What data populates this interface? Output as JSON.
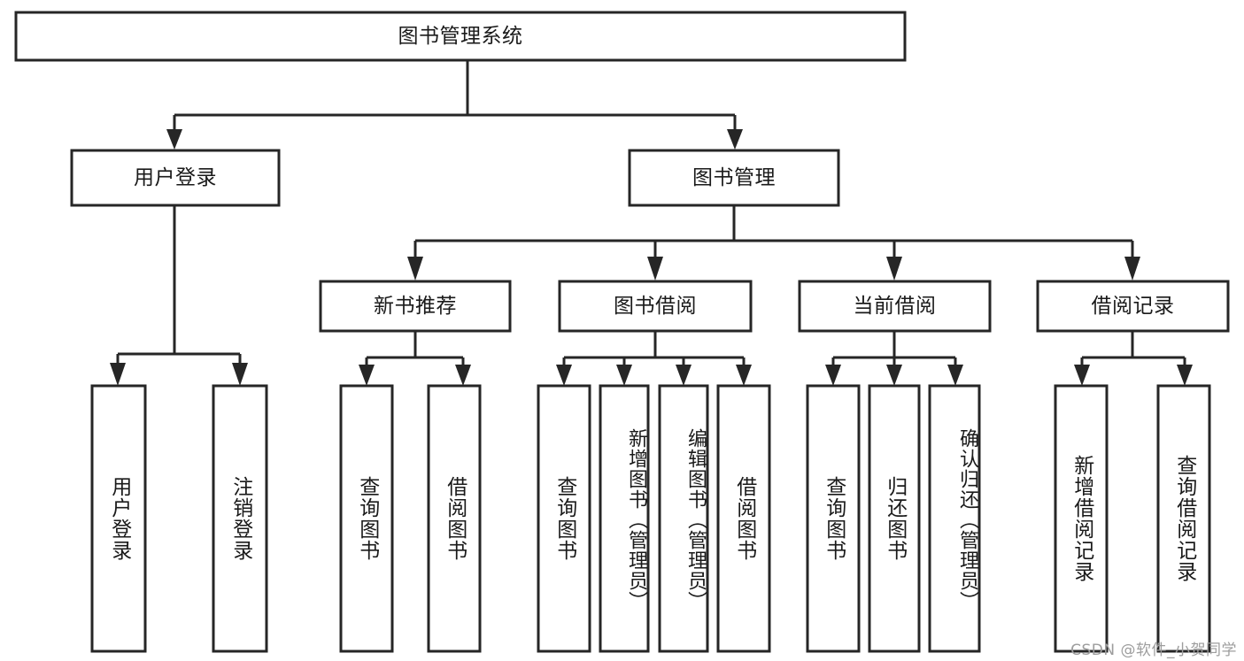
{
  "diagram": {
    "title": "图书管理系统",
    "type": "tree-hierarchy-diagram",
    "colors": {
      "stroke": "#262626",
      "fill": "#ffffff",
      "text": "#1a1a1a",
      "watermark": "#9d9d9d",
      "background": "#ffffff"
    },
    "levels": {
      "root": {
        "label": "图书管理系统"
      },
      "level2": [
        {
          "label": "用户登录"
        },
        {
          "label": "图书管理"
        }
      ],
      "level3": [
        {
          "label": "新书推荐"
        },
        {
          "label": "图书借阅"
        },
        {
          "label": "当前借阅"
        },
        {
          "label": "借阅记录"
        }
      ],
      "leaves": {
        "user_login": [
          {
            "label": "用户登录"
          },
          {
            "label": "注销登录"
          }
        ],
        "new_book_recommend": [
          {
            "label": "查询图书"
          },
          {
            "label": "借阅图书"
          }
        ],
        "book_borrow": [
          {
            "label": "查询图书"
          },
          {
            "label": "新增图书（管理员）"
          },
          {
            "label": "编辑图书（管理员）"
          },
          {
            "label": "借阅图书"
          }
        ],
        "current_borrow": [
          {
            "label": "查询图书"
          },
          {
            "label": "归还图书"
          },
          {
            "label": "确认归还（管理员）"
          }
        ],
        "borrow_record": [
          {
            "label": "新增借阅记录"
          },
          {
            "label": "查询借阅记录"
          }
        ]
      }
    }
  },
  "watermark": {
    "text": "CSDN @软件_小贺同学"
  }
}
